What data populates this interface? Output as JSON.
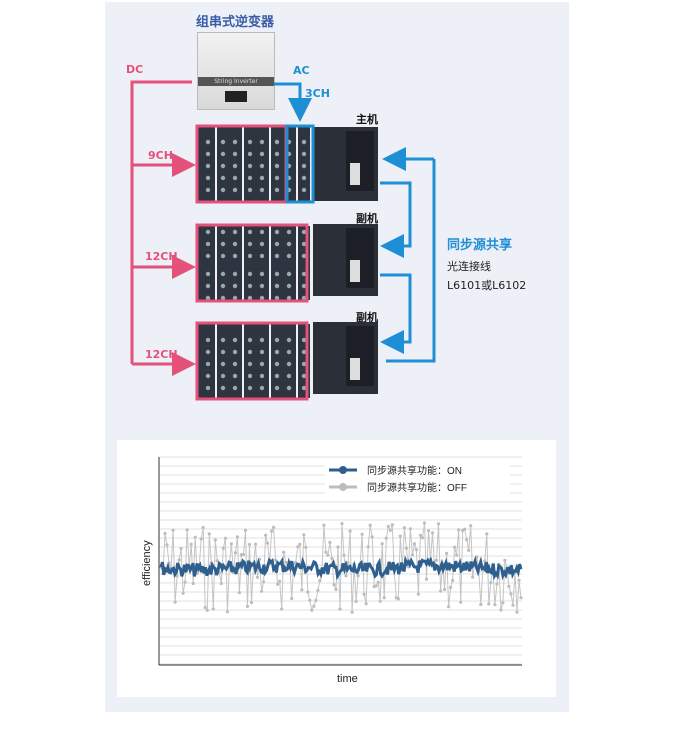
{
  "diagram": {
    "title": "组串式逆变器",
    "inverter_label": "String Inverter",
    "dc": "DC",
    "ac": "AC",
    "ac_ch": "3CH",
    "master": "主机",
    "slave": "副机",
    "ch1": "9CH",
    "ch2": "12CH",
    "ch3": "12CH",
    "sync_title": "同步源共享",
    "cable_line1": "光连接线",
    "cable_line2": "L6101或L6102",
    "colors": {
      "pink": "#e4517a",
      "blue": "#1e8fd5",
      "navy": "#3a5ca8"
    }
  },
  "chart_data": {
    "type": "line",
    "ylabel": "efficiency",
    "xlabel": "time",
    "legend_position": "top-right",
    "series": [
      {
        "name": "同步源共享功能：ON",
        "color": "#2e5f8e",
        "description_level": 0.5
      },
      {
        "name": "同步源共享功能：OFF",
        "color": "#bdbdbd",
        "description_level": 0.5
      }
    ]
  }
}
